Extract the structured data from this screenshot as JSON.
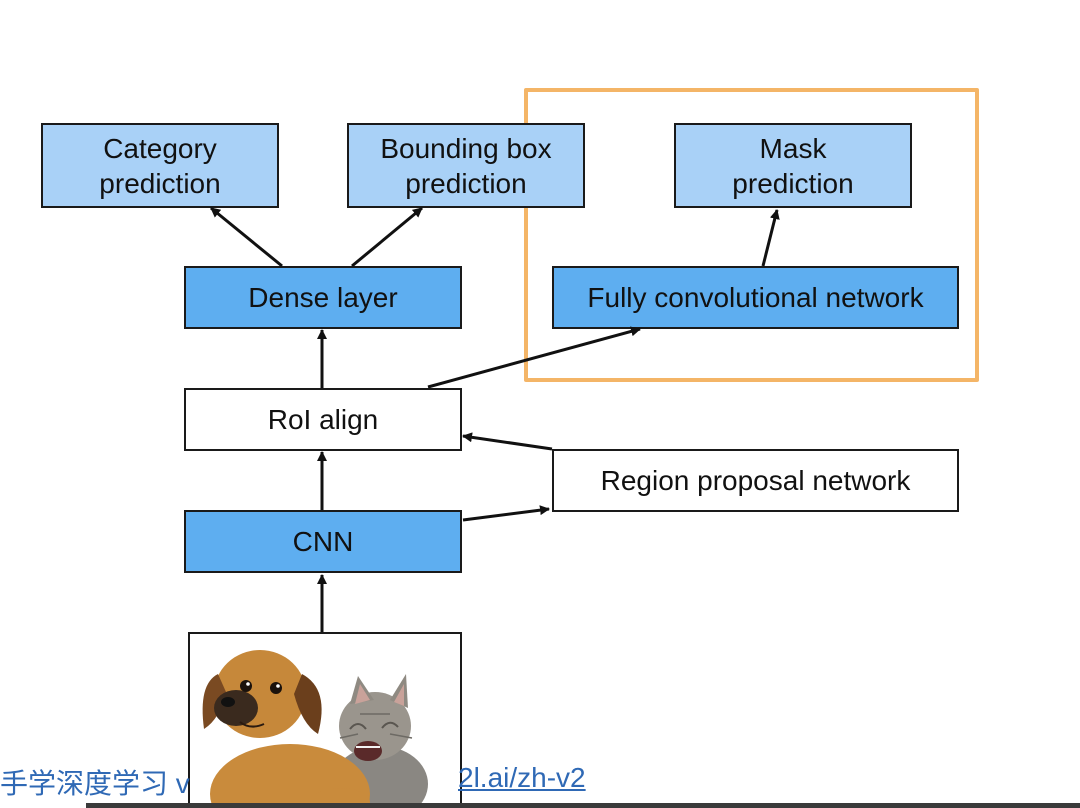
{
  "diagram": {
    "nodes": {
      "category_prediction": [
        "Category",
        "prediction"
      ],
      "bbox_prediction": [
        "Bounding box",
        "prediction"
      ],
      "mask_prediction": [
        "Mask",
        "prediction"
      ],
      "dense_layer": "Dense layer",
      "fcn": "Fully convolutional network",
      "roi_align": "RoI align",
      "rpn": "Region proposal network",
      "cnn": "CNN"
    },
    "highlight_color": "#f4b567",
    "box_colors": {
      "light_blue": "#a9d1f7",
      "mid_blue": "#5eaef0"
    },
    "input_image": "puppy-and-kitten-photo"
  },
  "watermark": {
    "left": "手学深度学习 v",
    "right": "2l.ai/zh-v2"
  }
}
